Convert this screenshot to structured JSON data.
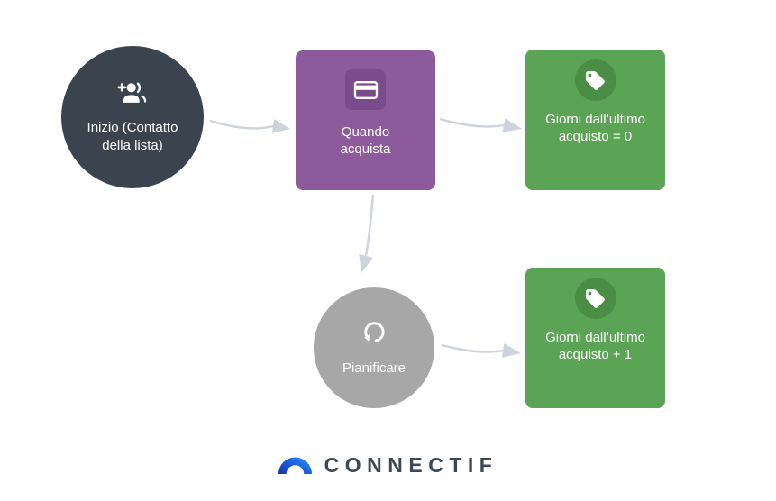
{
  "palette": {
    "background": "#ffffff",
    "connector": "#ccd3da",
    "node_text": "#ffffff",
    "start_node": "#3b434e",
    "trigger_node": "#8d5a9c",
    "trigger_badge": "#7c4b8b",
    "condition_node": "#5ba455",
    "condition_badge": "#4a8e45",
    "wait_node": "#a7a7a7",
    "brand_text": "#3c4854",
    "logo_gradient_start": "#16349d",
    "logo_gradient_mid": "#1c5fe0",
    "logo_gradient_end": "#2e9ef3"
  },
  "workflow": {
    "nodes": [
      {
        "id": "start",
        "shape": "circle",
        "icon": "person-add-icon",
        "label": "Inizio (Contatto della lista)"
      },
      {
        "id": "trigger",
        "shape": "rounded-square",
        "icon": "credit-card-icon",
        "label": "Quando acquista"
      },
      {
        "id": "condition-top",
        "shape": "rounded-square",
        "icon": "tag-icon",
        "label": "Giorni dall’ultimo acquisto = 0"
      },
      {
        "id": "wait",
        "shape": "circle",
        "icon": "loop-icon",
        "label": "Pianificare"
      },
      {
        "id": "condition-bottom",
        "shape": "rounded-square",
        "icon": "tag-icon",
        "label": "Giorni dall’ultimo acquisto + 1"
      }
    ]
  },
  "footer": {
    "brand": "CONNECTIF"
  }
}
